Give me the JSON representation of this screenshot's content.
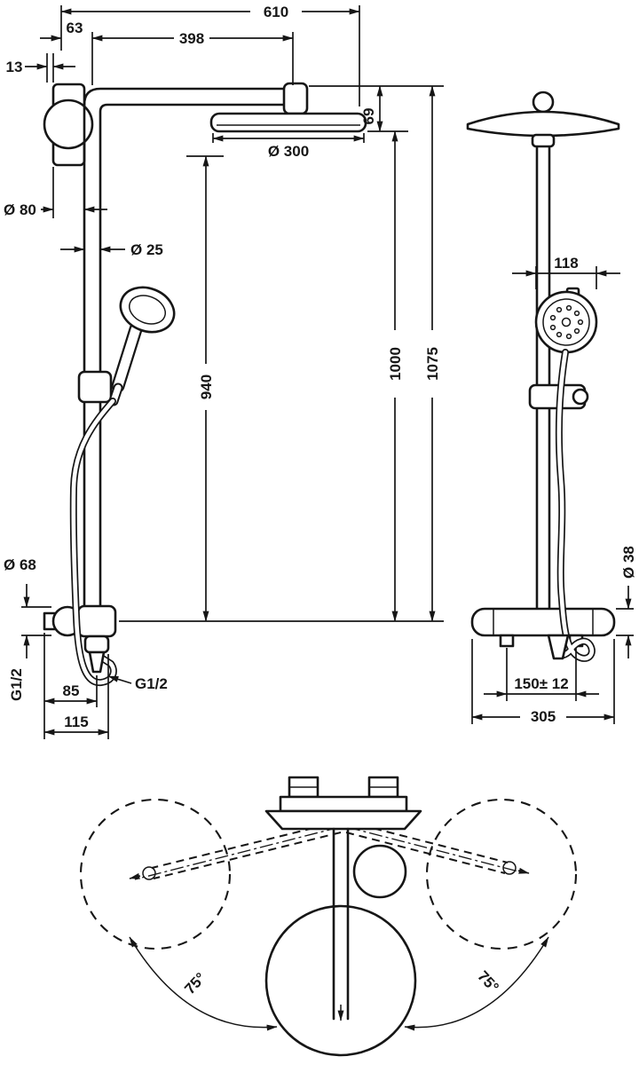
{
  "meta": {
    "type": "technical dimension drawing",
    "ink_color": "#161616",
    "background_color": "#ffffff"
  },
  "front_view": {
    "dims": {
      "overall_width": "610",
      "wall_offset": "63",
      "arm_length": "398",
      "plate_thickness": "13",
      "head_drop": "69",
      "head_diameter": "Ø 300",
      "escutcheon_diameter": "Ø 80",
      "pipe_diameter": "Ø 25",
      "pipe_height": "940",
      "height_to_head": "1000",
      "overall_height": "1075",
      "valve_escutcheon_diameter": "Ø 68",
      "inlet_thread": "G1/2",
      "hose_offset": "85",
      "handle_offset": "115",
      "outlet_thread": "G1/2"
    }
  },
  "side_view": {
    "dims": {
      "hand_shower_diameter": "118",
      "valve_diameter": "Ø 38",
      "connection_spacing": "150± 12",
      "valve_width": "305"
    }
  },
  "plan_view": {
    "dims": {
      "swivel_left": "75°",
      "swivel_right": "75°"
    }
  }
}
